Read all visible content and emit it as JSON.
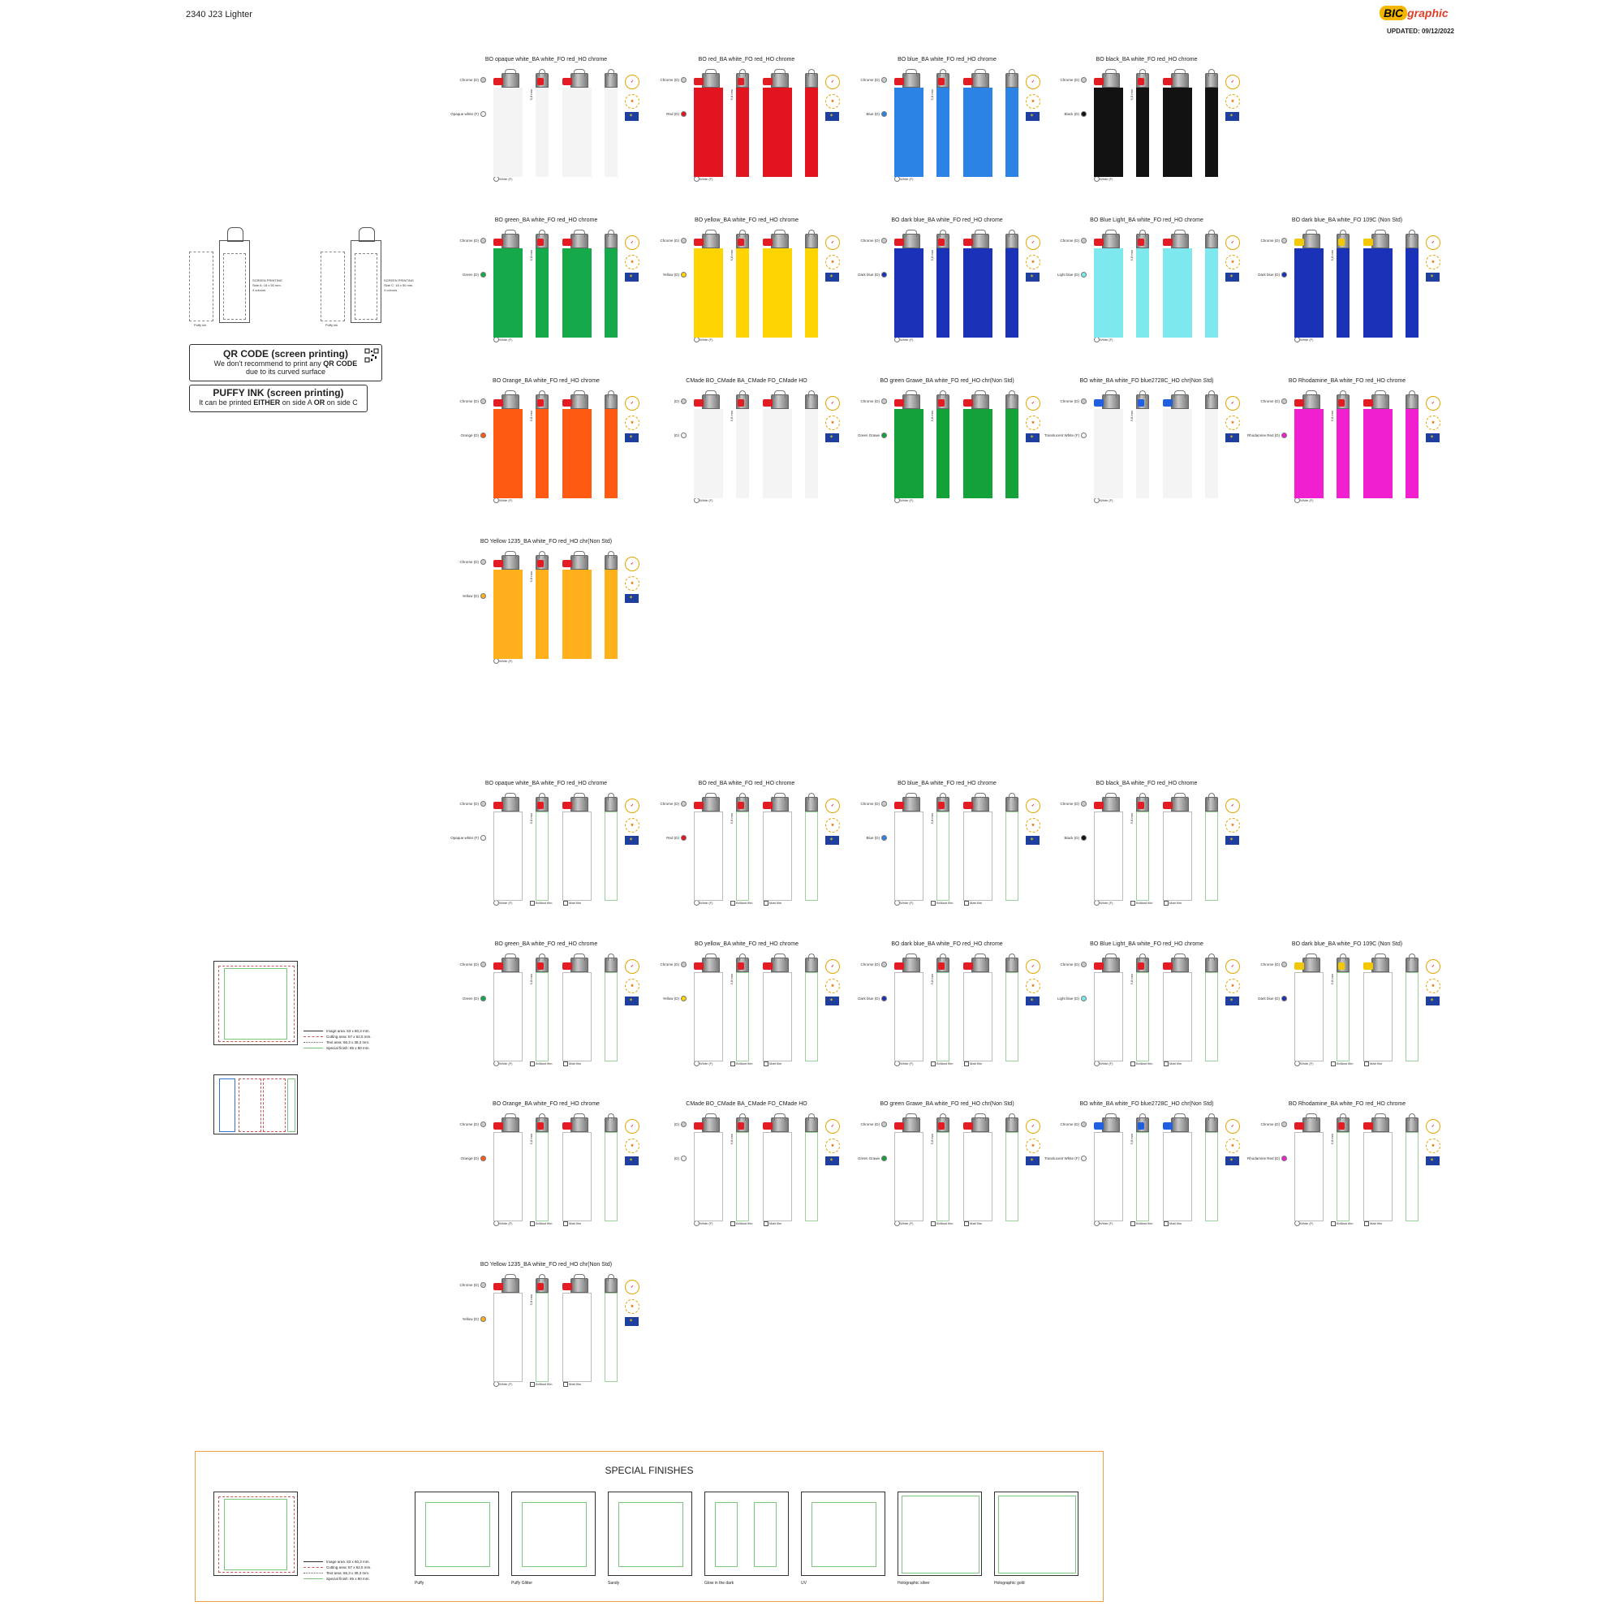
{
  "header": {
    "doc_title": "2340 J23 Lighter",
    "brand_bic": "BIC",
    "brand_graphic": "graphic",
    "updated": "UPDATED: 09/12/2022"
  },
  "print_areas": {
    "puffy_ink_label": "Puffy ink",
    "side_a_text": [
      "SCREEN PRINTING",
      "Side A: 18 x 50 mm.",
      "4 colours"
    ],
    "side_c_text": [
      "SCREEN PRINTING",
      "Side C: 18 x 50 mm.",
      "4 colours"
    ]
  },
  "qr_box": {
    "title": "QR CODE (screen printing)",
    "line1_pre": "We don't recommend to print any ",
    "line1_bold": "QR CODE",
    "line2": "due to its curved surface"
  },
  "puffy_box": {
    "title": "PUFFY INK (screen printing)",
    "pre": "It can be printed ",
    "either": "EITHER",
    "mid1": " on side A ",
    "or": "OR",
    "post": " on side C"
  },
  "label_common": {
    "chrome": "Chrome (D)",
    "white": "White (F)",
    "brilliant": "Brilliant film",
    "matt": "Matt film",
    "side_text": "5,8 mm"
  },
  "cards": [
    {
      "title": "BO opaque white_BA white_FO red_HO chrome",
      "body_label": "Opaque white (F)",
      "color": "#f4f4f4",
      "fork": "#e31b23",
      "top_label": "Chrome (D)"
    },
    {
      "title": "BO red_BA white_FO red_HO chrome",
      "body_label": "Red (D)",
      "color": "#e1141f",
      "fork": "#e31b23",
      "top_label": "Chrome (D)"
    },
    {
      "title": "BO blue_BA white_FO red_HO chrome",
      "body_label": "Blue (D)",
      "color": "#2b83e6",
      "fork": "#e31b23",
      "top_label": "Chrome (D)"
    },
    {
      "title": "BO black_BA white_FO red_HO chrome",
      "body_label": "Black (D)",
      "color": "#121212",
      "fork": "#e31b23",
      "top_label": "Chrome (D)"
    },
    {
      "title": "BO green_BA white_FO red_HO chrome",
      "body_label": "Green (D)",
      "color": "#15a94a",
      "fork": "#e31b23",
      "top_label": "Chrome (D)"
    },
    {
      "title": "BO yellow_BA white_FO red_HO chrome",
      "body_label": "Yellow (D)",
      "color": "#ffd400",
      "fork": "#e31b23",
      "top_label": "Chrome (D)"
    },
    {
      "title": "BO dark blue_BA white_FO red_HO chrome",
      "body_label": "Dark blue (D)",
      "color": "#1a32b7",
      "fork": "#e31b23",
      "top_label": "Chrome (D)"
    },
    {
      "title": "BO Blue Light_BA white_FO red_HO chrome",
      "body_label": "Light blue (D)",
      "color": "#7de9ee",
      "fork": "#e31b23",
      "top_label": "Chrome (D)"
    },
    {
      "title": "BO dark blue_BA white_FO 109C (Non Std)",
      "body_label": "Dark blue (D)",
      "color": "#1a32b7",
      "fork": "#f3c800",
      "top_label": "Chrome (D)"
    },
    {
      "title": "BO Orange_BA white_FO red_HO chrome",
      "body_label": "Orange (D)",
      "color": "#ff5a12",
      "fork": "#e31b23",
      "top_label": "Chrome (D)"
    },
    {
      "title": "CMade BO_CMade BA_CMade FO_CMade HO",
      "body_label": "(D)",
      "color": "#f4f4f4",
      "fork": "#e31b23",
      "top_label": "(D)"
    },
    {
      "title": "BO green Grawe_BA white_FO red_HO chr(Non Std)",
      "body_label": "Green Grawe",
      "color": "#13a23a",
      "fork": "#e31b23",
      "top_label": "Chrome (D)"
    },
    {
      "title": "BO white_BA white_FO blue2728C_HO chr(Non Std)",
      "body_label": "Translucent White (F)",
      "color": "#f4f4f4",
      "fork": "#1f5fe0",
      "top_label": "Chrome (D)"
    },
    {
      "title": "BO Rhodamine_BA white_FO red_HO chrome",
      "body_label": "Rhodamine Red (D)",
      "color": "#f020d0",
      "fork": "#e31b23",
      "top_label": "Chrome (D)"
    },
    {
      "title": "BO Yellow 1235_BA white_FO red_HO chr(Non Std)",
      "body_label": "Yellow (D)",
      "color": "#ffb01a",
      "fork": "#e31b23",
      "top_label": "Chrome (D)"
    }
  ],
  "legend": {
    "image_area": "Image area:",
    "image_area_v": "63 x 80,3 mm.",
    "cutting_area": "Cutting area:",
    "cutting_area_v": "57 x 62,5 mm.",
    "text_area": "Text area:",
    "text_area_v": "66,3 x 38,3 mm.",
    "special_finish": "Special finish:",
    "special_finish_v": "65 x 80 mm."
  },
  "special_finishes": {
    "title": "SPECIAL FINISHES",
    "items": [
      "Puffy",
      "Puffy Glitter",
      "Sandy",
      "Glow in the dark",
      "UV",
      "Holographic silver",
      "Holographic gold"
    ]
  }
}
